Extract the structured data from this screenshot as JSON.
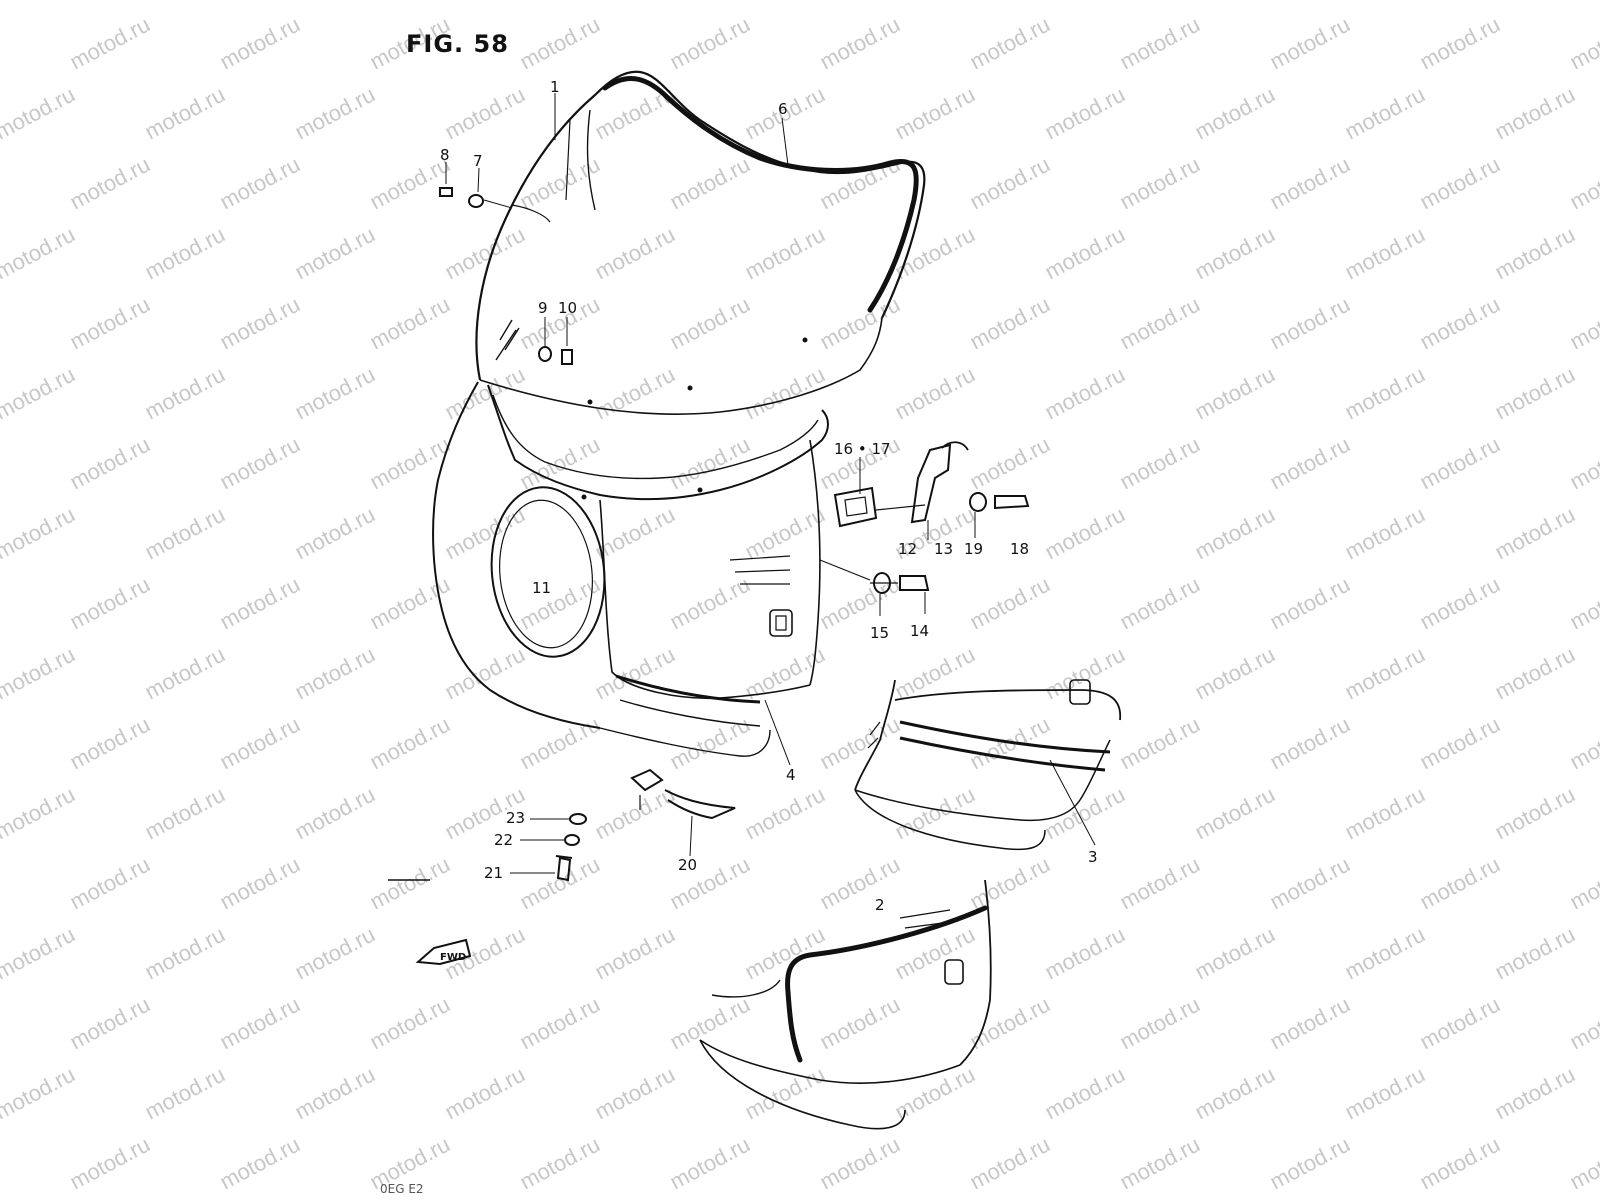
{
  "figure": {
    "title": "FIG. 58",
    "code": "0EG E2"
  },
  "watermark": {
    "text": "motod.ru",
    "color": "#9a9a9a"
  },
  "fwd_arrow": {
    "text": "FWD"
  },
  "parts": [
    {
      "id": "p1",
      "label": "1"
    },
    {
      "id": "p2",
      "label": "2"
    },
    {
      "id": "p3",
      "label": "3"
    },
    {
      "id": "p4",
      "label": "4"
    },
    {
      "id": "p6",
      "label": "6"
    },
    {
      "id": "p7",
      "label": "7"
    },
    {
      "id": "p8",
      "label": "8"
    },
    {
      "id": "p9",
      "label": "9"
    },
    {
      "id": "p10",
      "label": "10"
    },
    {
      "id": "p11",
      "label": "11"
    },
    {
      "id": "p12",
      "label": "12"
    },
    {
      "id": "p13",
      "label": "13"
    },
    {
      "id": "p14",
      "label": "14"
    },
    {
      "id": "p15",
      "label": "15"
    },
    {
      "id": "p1617",
      "label": "16 • 17"
    },
    {
      "id": "p18",
      "label": "18"
    },
    {
      "id": "p19",
      "label": "19"
    },
    {
      "id": "p20",
      "label": "20"
    },
    {
      "id": "p21",
      "label": "21"
    },
    {
      "id": "p22",
      "label": "22"
    },
    {
      "id": "p23",
      "label": "23"
    }
  ]
}
